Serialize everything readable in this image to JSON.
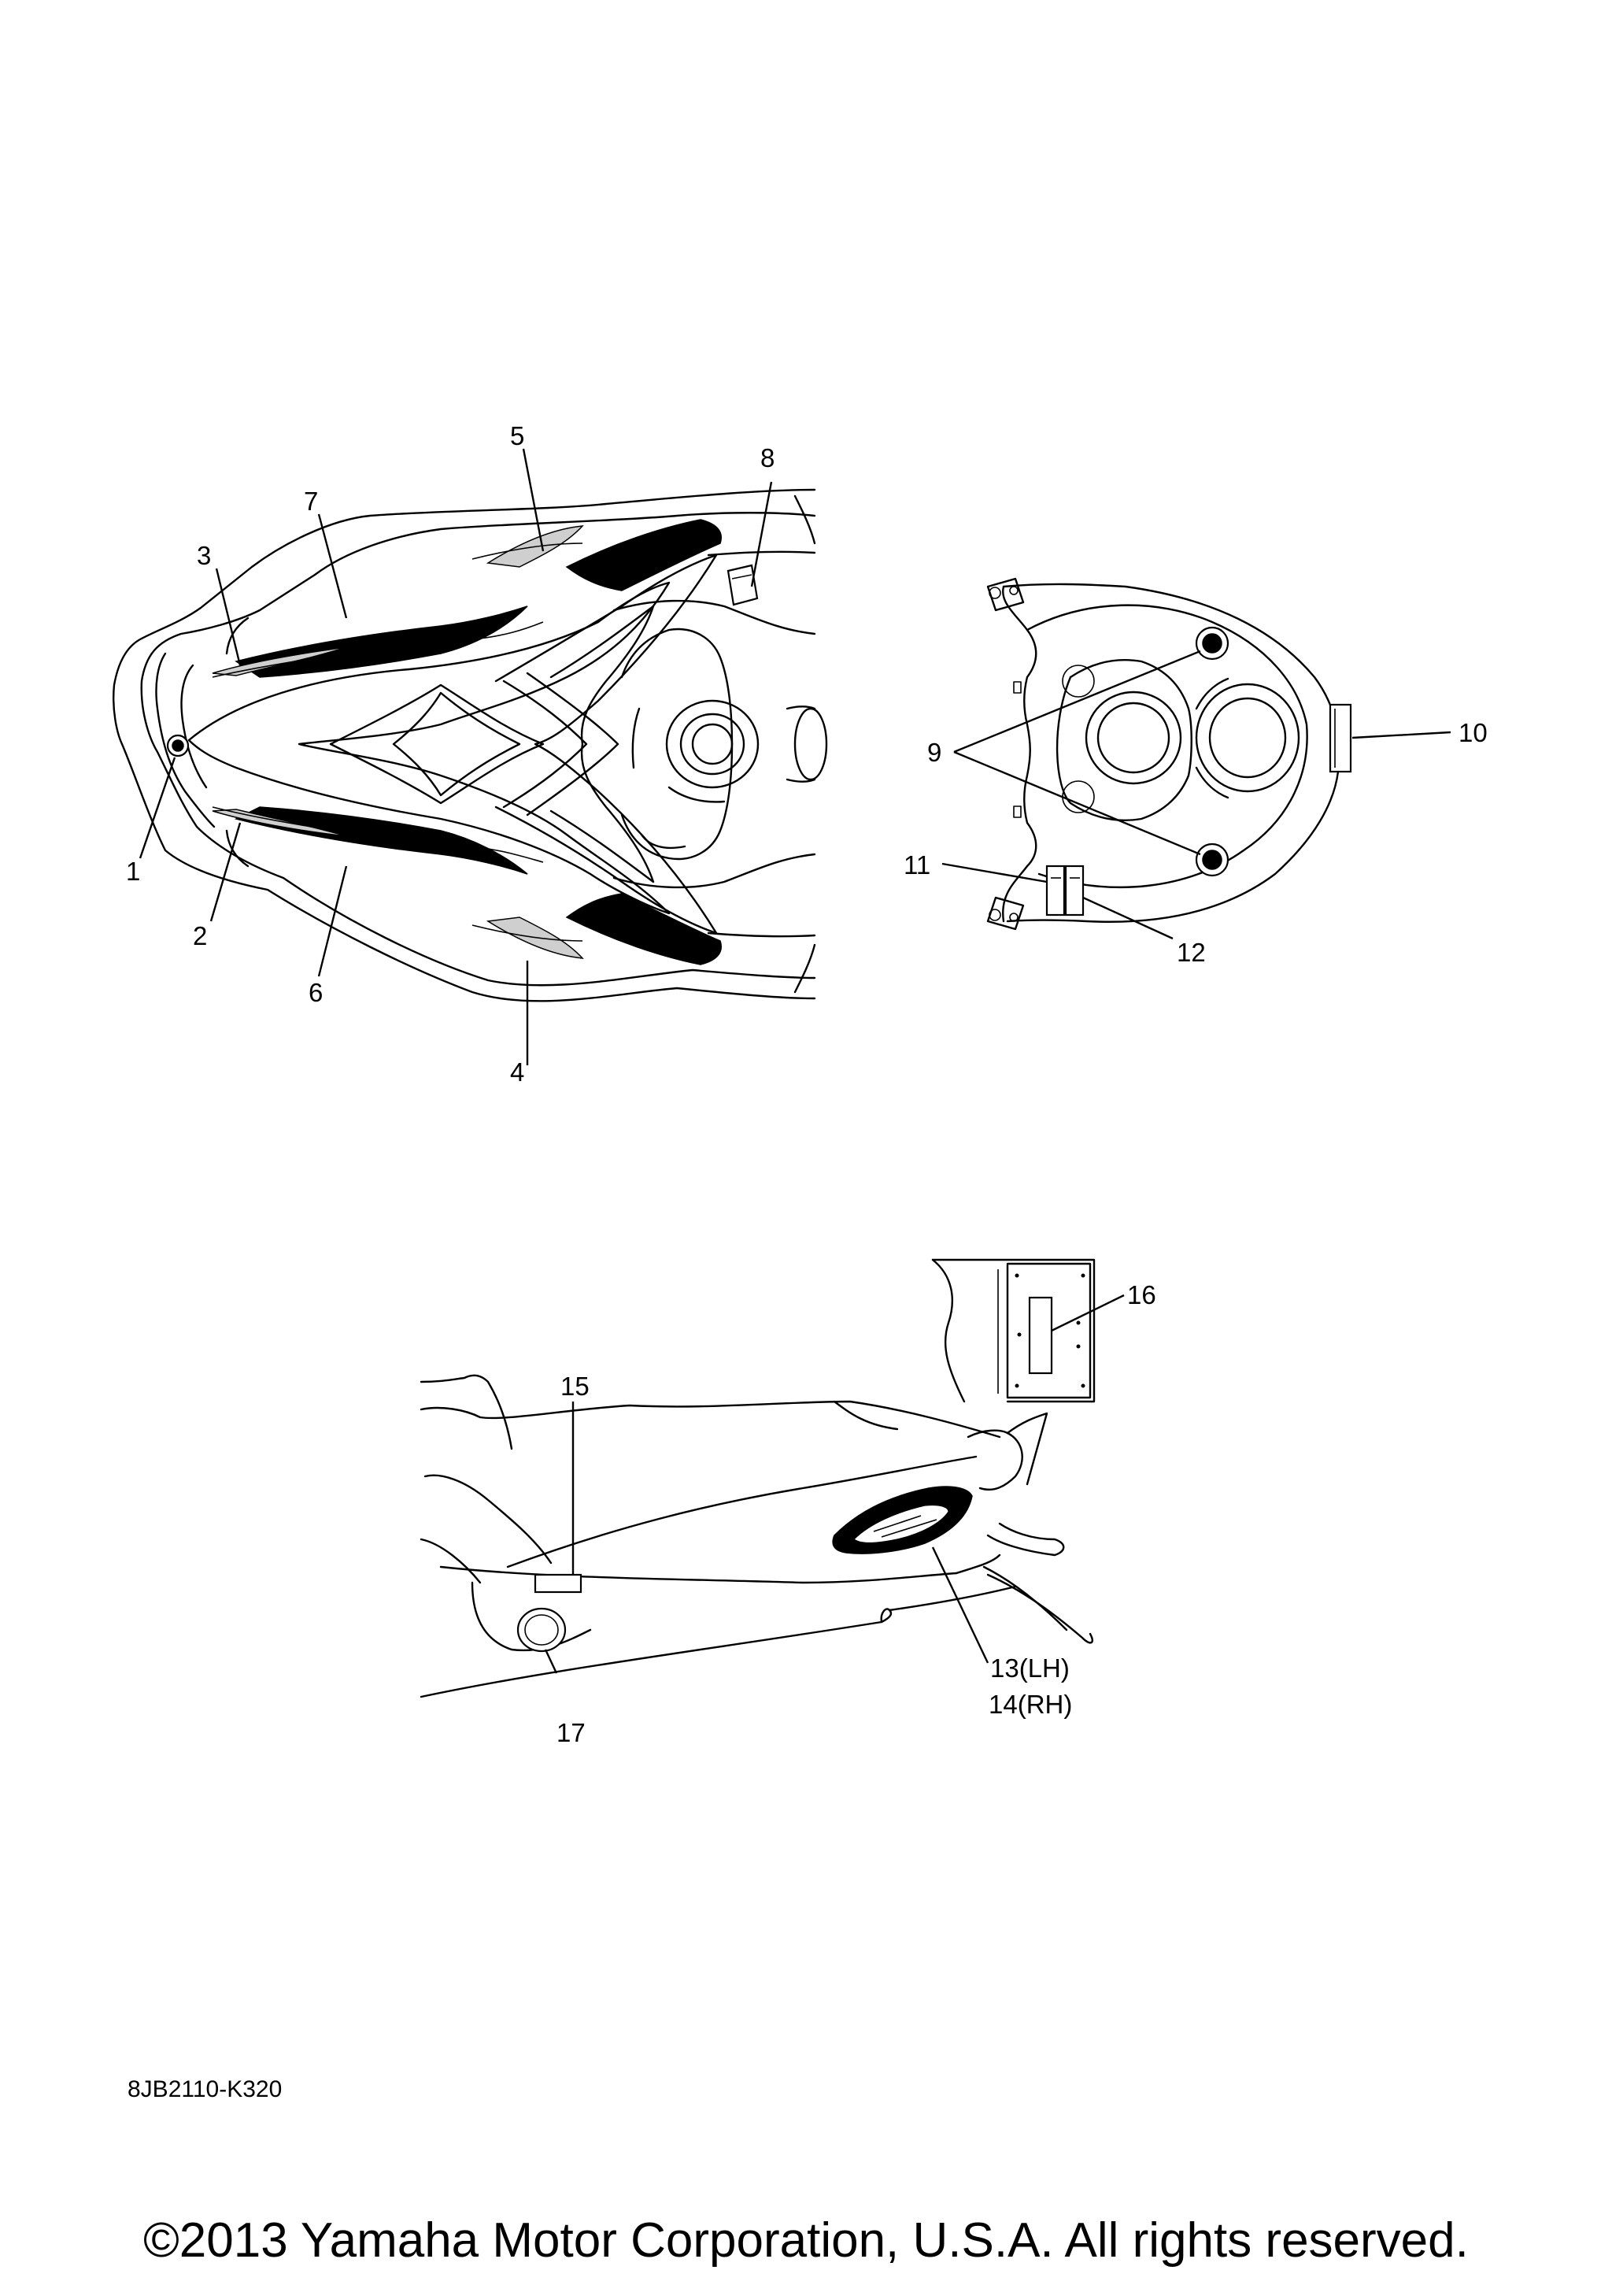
{
  "callouts": {
    "c1": "1",
    "c2": "2",
    "c3": "3",
    "c4": "4",
    "c5": "5",
    "c6": "6",
    "c7": "7",
    "c8": "8",
    "c9": "9",
    "c10": "10",
    "c11": "11",
    "c12": "12",
    "c13": "13(LH)",
    "c14": "14(RH)",
    "c15": "15",
    "c16": "16",
    "c17": "17"
  },
  "drawing_code": "8JB2110-K320",
  "copyright": "©2013 Yamaha Motor Corporation, U.S.A. All rights reserved."
}
